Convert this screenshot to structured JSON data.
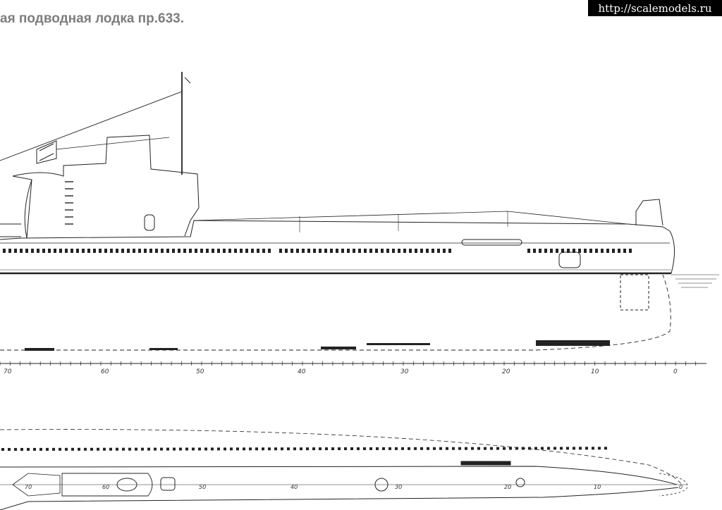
{
  "title": "ая подводная лодка пр.633.",
  "watermark": "http://scalemodels.ru",
  "scale": {
    "labels": [
      "70",
      "60",
      "50",
      "40",
      "30",
      "20",
      "10",
      "0"
    ]
  },
  "plan_view": {
    "labels": [
      "70",
      "60",
      "50",
      "40",
      "30",
      "20",
      "10",
      "0"
    ]
  },
  "colors": {
    "line": "#222222",
    "title": "#7d7d7d",
    "watermark_bg": "#000000",
    "watermark_text": "#ffffff"
  }
}
